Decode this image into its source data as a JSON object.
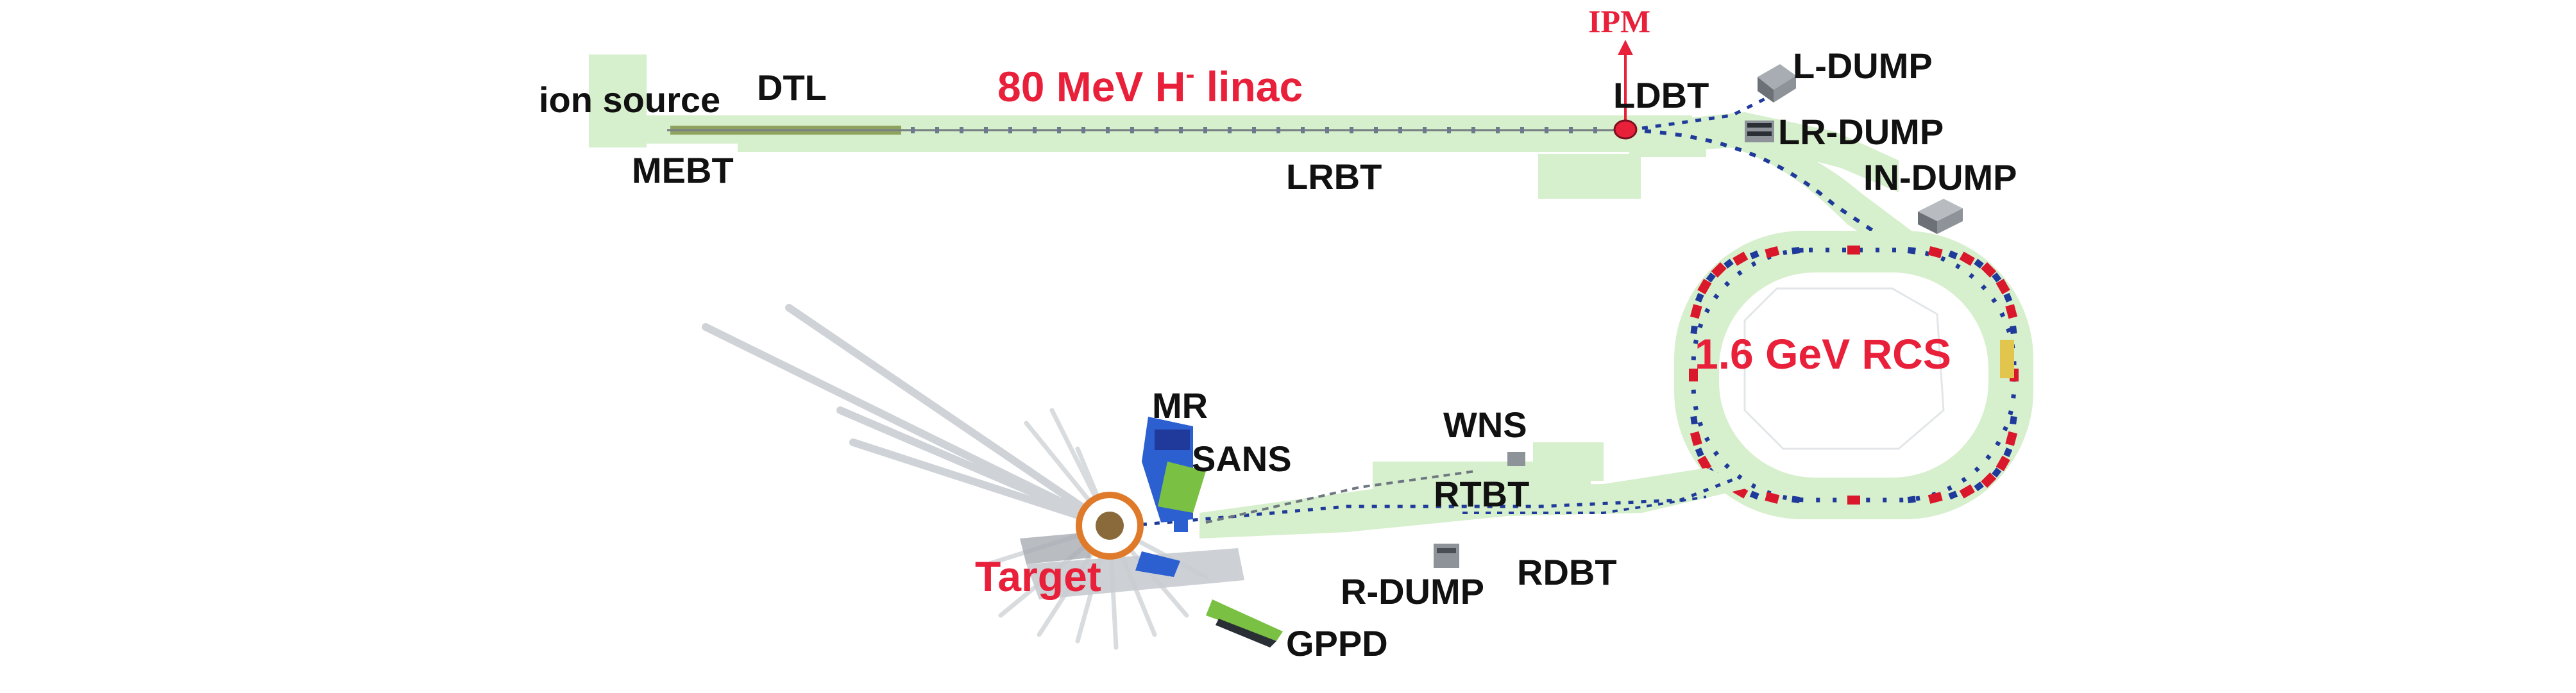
{
  "labels": {
    "ion_source": "ion source",
    "dtl": "DTL",
    "linac_title": "80 MeV H",
    "linac_sup": "-",
    "linac_suffix": " linac",
    "mebt": "MEBT",
    "lrbt": "LRBT",
    "ldbt": "LDBT",
    "ipm": "IPM",
    "l_dump": "L-DUMP",
    "lr_dump": "LR-DUMP",
    "in_dump": "IN-DUMP",
    "rcs": "1.6 GeV RCS",
    "mr": "MR",
    "sans": "SANS",
    "wns": "WNS",
    "rtbt": "RTBT",
    "target": "Target",
    "r_dump": "R-DUMP",
    "rdbt": "RDBT",
    "gppd": "GPPD"
  },
  "colors": {
    "tunnel": "#d6efcc",
    "tunnel_edge": "#c2e4b6",
    "highlight": "#e8203a",
    "magnet_red": "#d9182b",
    "magnet_blue": "#1f3a9a",
    "target_blue": "#2c5fd0",
    "instrument_green": "#7ac143",
    "dump_gray": "#8e9399",
    "beamline_gray": "#c8ccd0"
  }
}
